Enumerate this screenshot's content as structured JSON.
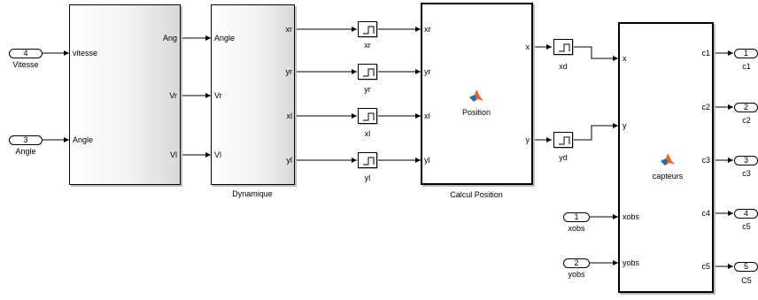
{
  "inports": {
    "vitesse": {
      "number": "4",
      "label": "Vitesse"
    },
    "angle": {
      "number": "3",
      "label": "Angle"
    },
    "xobs": {
      "number": "1",
      "label": "xobs"
    },
    "yobs": {
      "number": "2",
      "label": "yobs"
    }
  },
  "outports": {
    "c1": {
      "number": "1",
      "label": "c1"
    },
    "c2": {
      "number": "2",
      "label": "c2"
    },
    "c3": {
      "number": "3",
      "label": "c3"
    },
    "c4": {
      "number": "4",
      "label": "c5"
    },
    "c5": {
      "number": "5",
      "label": "C5"
    }
  },
  "block1": {
    "in_vitesse": "vitesse",
    "in_angle": "Angle",
    "out_ang": "Ang",
    "out_vr": "Vr",
    "out_vl": "Vl"
  },
  "dynamique": {
    "title": "Dynamique",
    "in_angle": "Angle",
    "in_vr": "Vr",
    "in_vl": "Vl",
    "out_xr": "xr",
    "out_yr": "yr",
    "out_xl": "xl",
    "out_yl": "yl"
  },
  "zoh_labels": {
    "xr": "xr",
    "yr": "yr",
    "xl": "xl",
    "yl": "yl",
    "xd": "xd",
    "yd": "yd"
  },
  "calcul": {
    "title": "Calcul Position",
    "center": "Position",
    "in_xr": "xr",
    "in_yr": "yr",
    "in_xl": "xl",
    "in_yl": "yl",
    "out_x": "x",
    "out_y": "y"
  },
  "capteurs": {
    "center": "capteurs",
    "in_x": "x",
    "in_y": "y",
    "in_xobs": "xobs",
    "in_yobs": "yobs",
    "out_c1": "c1",
    "out_c2": "c2",
    "out_c3": "c3",
    "out_c4": "c4",
    "out_c5": "c5"
  },
  "colors": {
    "matlab_orange": "#e16737",
    "matlab_blue": "#2b6fa8",
    "shadow": "#bdbdbd"
  }
}
